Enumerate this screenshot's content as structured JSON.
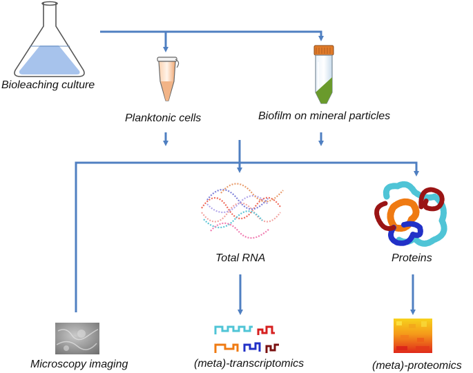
{
  "labels": {
    "culture": "Bioleaching culture",
    "planktonic": "Planktonic cells",
    "biofilm": "Biofilm on mineral particles",
    "rna": "Total RNA",
    "proteins": "Proteins",
    "microscopy": "Microscopy imaging",
    "transcriptomics": "(meta)-transcriptomics",
    "proteomics": "(meta)-proteomics"
  },
  "colors": {
    "arrow": "#4f7fc1",
    "flask_liquid": "#a7c3ec",
    "tube_cap": "#e07b2a",
    "tube_liquid": "#d8e6f2",
    "tube_sediment": "#6a9a2c",
    "eppendorf_tip": "#f2b487"
  }
}
